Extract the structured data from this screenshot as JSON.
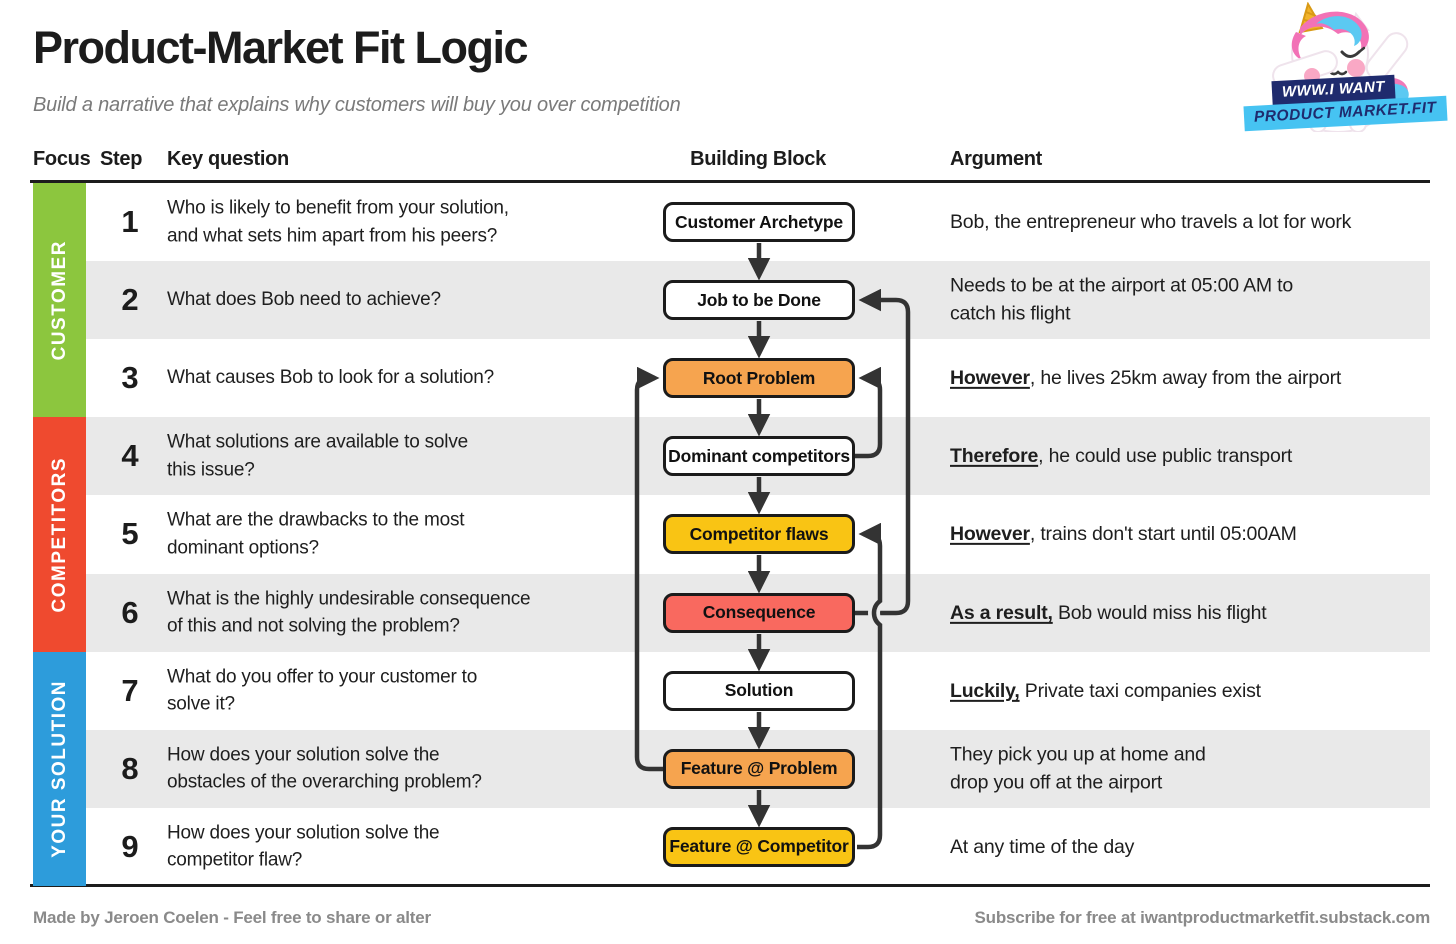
{
  "header": {
    "title": "Product-Market Fit Logic",
    "subtitle": "Build a narrative that explains why customers will buy you over competition",
    "logo": {
      "line1": "WWW.I WANT",
      "line2": "PRODUCT MARKET.FIT"
    }
  },
  "columns": {
    "focus": "Focus",
    "step": "Step",
    "question": "Key question",
    "block": "Building Block",
    "argument": "Argument"
  },
  "focus_groups": [
    {
      "label": "CUSTOMER",
      "color": "#8CC63E",
      "rows": "1-3"
    },
    {
      "label": "COMPETITORS",
      "color": "#EF4A2F",
      "rows": "4-6"
    },
    {
      "label": "YOUR SOLUTION",
      "color": "#2D9CDB",
      "rows": "7-9"
    }
  ],
  "rows": [
    {
      "step": "1",
      "question": "Who is likely to benefit from your solution,\nand what sets him apart from his peers?",
      "block": "Customer Archetype",
      "block_style": "white",
      "arg_lead": "",
      "arg_rest": "Bob, the entrepreneur who travels a lot for work"
    },
    {
      "step": "2",
      "question": "What does Bob need to achieve?",
      "block": "Job to be Done",
      "block_style": "white",
      "arg_lead": "",
      "arg_rest": "Needs to be at the airport at 05:00 AM to\ncatch his flight"
    },
    {
      "step": "3",
      "question": "What causes Bob to look for a solution?",
      "block": "Root Problem",
      "block_style": "orange",
      "arg_lead": "However",
      "arg_rest": ", he lives 25km away from the airport"
    },
    {
      "step": "4",
      "question": "What solutions are available to solve\nthis issue?",
      "block": "Dominant competitors",
      "block_style": "white",
      "arg_lead": "Therefore",
      "arg_rest": ", he could use public transport"
    },
    {
      "step": "5",
      "question": "What are the drawbacks to the most\ndominant options?",
      "block": "Competitor flaws",
      "block_style": "yellow",
      "arg_lead": "However",
      "arg_rest": ", trains don't start until 05:00AM"
    },
    {
      "step": "6",
      "question": "What is the highly undesirable consequence\nof this and not solving the problem?",
      "block": "Consequence",
      "block_style": "red",
      "arg_lead": "As a result,",
      "arg_rest": " Bob would miss his flight"
    },
    {
      "step": "7",
      "question": "What do you offer to your customer to\nsolve it?",
      "block": "Solution",
      "block_style": "white",
      "arg_lead": "Luckily,",
      "arg_rest": " Private taxi companies exist"
    },
    {
      "step": "8",
      "question": "How does your solution solve the\nobstacles of the overarching problem?",
      "block": "Feature @ Problem",
      "block_style": "orange",
      "arg_lead": "",
      "arg_rest": "They pick you up at home and\ndrop you off at the airport"
    },
    {
      "step": "9",
      "question": "How does your solution solve the\ncompetitor flaw?",
      "block": "Feature @ Competitor",
      "block_style": "yellow",
      "arg_lead": "",
      "arg_rest": "At any time of the day"
    }
  ],
  "flow": {
    "boxes": [
      "Customer Archetype",
      "Job to be Done",
      "Root Problem",
      "Dominant competitors",
      "Competitor flaws",
      "Consequence",
      "Solution",
      "Feature @ Problem",
      "Feature @ Competitor"
    ],
    "connections": [
      {
        "from": "Customer Archetype",
        "to": "Job to be Done",
        "type": "down"
      },
      {
        "from": "Job to be Done",
        "to": "Root Problem",
        "type": "down"
      },
      {
        "from": "Root Problem",
        "to": "Dominant competitors",
        "type": "down"
      },
      {
        "from": "Dominant competitors",
        "to": "Competitor flaws",
        "type": "down"
      },
      {
        "from": "Competitor flaws",
        "to": "Consequence",
        "type": "down"
      },
      {
        "from": "Consequence",
        "to": "Solution",
        "type": "down"
      },
      {
        "from": "Solution",
        "to": "Feature @ Problem",
        "type": "down"
      },
      {
        "from": "Feature @ Problem",
        "to": "Feature @ Competitor",
        "type": "down"
      },
      {
        "from": "Dominant competitors",
        "to": "Root Problem",
        "type": "feedback-right-inner"
      },
      {
        "from": "Feature @ Competitor",
        "to": "Competitor flaws",
        "type": "feedback-right-inner"
      },
      {
        "from": "Consequence",
        "to": "Job to be Done",
        "type": "feedback-right-outer"
      },
      {
        "from": "Feature @ Problem",
        "to": "Root Problem",
        "type": "feedback-left"
      }
    ]
  },
  "colors": {
    "customer_green": "#8CC63E",
    "competitors_red": "#EF4A2F",
    "solution_blue": "#2D9CDB",
    "box_white": "#FFFFFF",
    "box_orange": "#F6A44F",
    "box_yellow": "#F9C414",
    "box_red": "#F9695F",
    "connector_dark": "#333333",
    "zebra_gray": "#E9E9E9",
    "banner_navy": "#1F2B6E",
    "banner_cyan": "#46C3F2"
  },
  "footer": {
    "left": "Made by Jeroen Coelen - Feel free to share or alter",
    "right": "Subscribe for free at iwantproductmarketfit.substack.com"
  }
}
